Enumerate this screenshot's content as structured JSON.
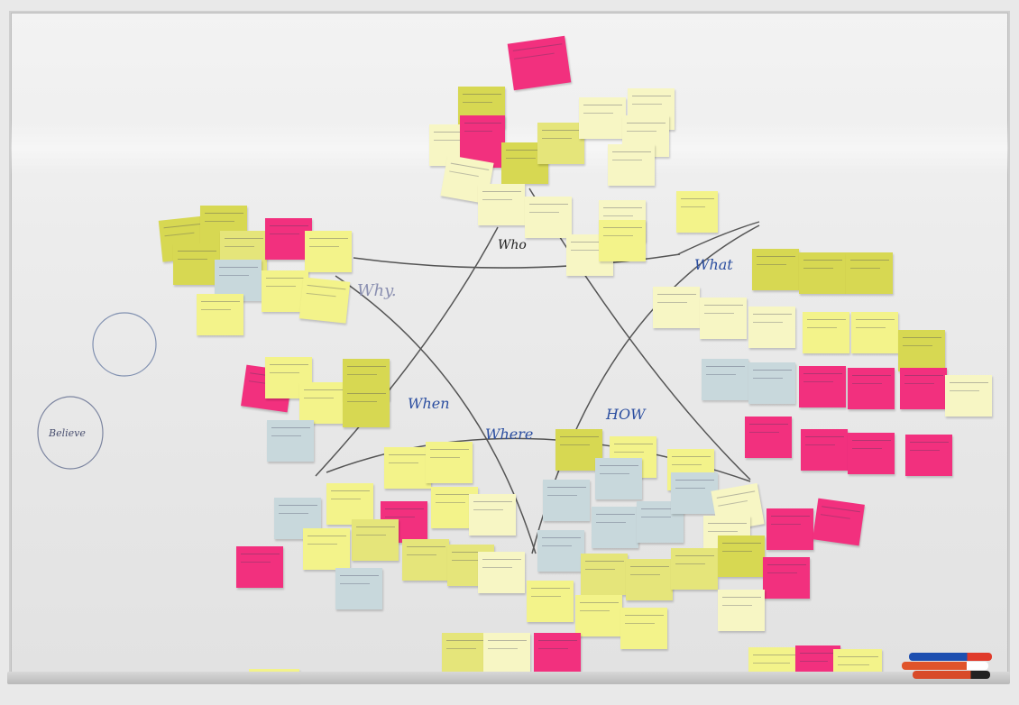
{
  "board": {
    "labels": {
      "who": "Who",
      "what": "What",
      "why": "Why.",
      "when": "When",
      "where": "Where",
      "how": "HOW",
      "circle_note": "Believe"
    }
  },
  "colors": {
    "yellow": "#f3f38a",
    "lime": "#d7d852",
    "pink": "#f2307e",
    "blue_gray": "#c8d8dc",
    "cream": "#f7f6c4"
  }
}
